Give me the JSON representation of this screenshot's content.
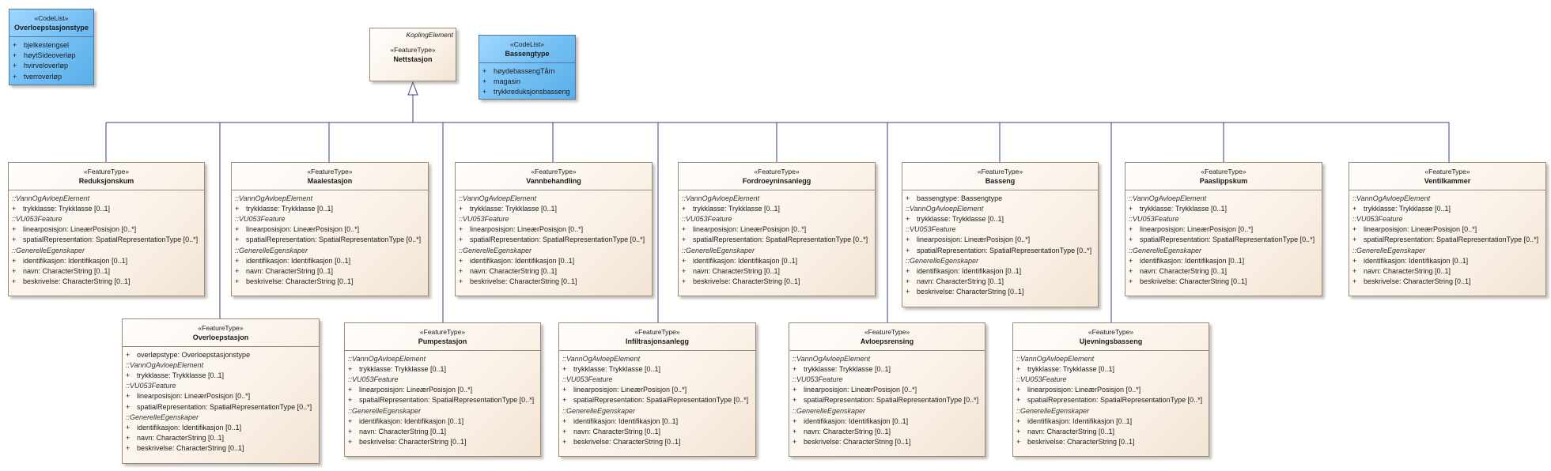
{
  "parent": {
    "abstract_label": "KoplingElement",
    "stereotype": "«FeatureType»",
    "name": "Nettstasjon"
  },
  "codelists": [
    {
      "stereotype": "«CodeList»",
      "name": "Overloepstasjonstype",
      "values": [
        "bjelkestengsel",
        "høytSideoverløp",
        "hvirveloverløp",
        "tverroverløp"
      ]
    },
    {
      "stereotype": "«CodeList»",
      "name": "Bassengtype",
      "values": [
        "høydebassengTårn",
        "magasin",
        "trykkreduksjonsbasseng"
      ]
    }
  ],
  "common": {
    "stereotype": "«FeatureType»",
    "vis": "+",
    "grp_vannog": "::VannOgAvloepElement",
    "grp_vu053": "::VU053Feature",
    "grp_generelle": "::GenerelleEgenskaper",
    "attr_trykk": "trykklasse: Trykklasse [0..1]",
    "attr_linear": "linearposisjon: LineærPosisjon [0..*]",
    "attr_spatial": "spatialRepresentation: SpatialRepresentationType [0..*]",
    "attr_ident": "identifikasjon: Identifikasjon [0..1]",
    "attr_navn": "navn: CharacterString [0..1]",
    "attr_beskr": "beskrivelse: CharacterString [0..1]"
  },
  "classes": [
    {
      "id": "reduksjonskum",
      "name": "Reduksjonskum",
      "own": null
    },
    {
      "id": "maalestasjon",
      "name": "Maalestasjon",
      "own": null
    },
    {
      "id": "vannbehandling",
      "name": "Vannbehandling",
      "own": null
    },
    {
      "id": "fordroeyninsanlegg",
      "name": "Fordroeyninsanlegg",
      "own": null
    },
    {
      "id": "basseng",
      "name": "Basseng",
      "own": "bassengtype: Bassengtype"
    },
    {
      "id": "paaslippskum",
      "name": "Paaslippskum",
      "own": null
    },
    {
      "id": "ventilkammer",
      "name": "Ventilkammer",
      "own": null
    },
    {
      "id": "overloepstasjon",
      "name": "Overloepstasjon",
      "own": "overløpstype: Overloepstasjonstype"
    },
    {
      "id": "pumpestasjon",
      "name": "Pumpestasjon",
      "own": null
    },
    {
      "id": "infiltrasjonsanlegg",
      "name": "Infiltrasjonsanlegg",
      "own": null
    },
    {
      "id": "avloepsrensing",
      "name": "Avloepsrensing",
      "own": null
    },
    {
      "id": "ujevningsbasseng",
      "name": "Ujevningsbasseng",
      "own": null
    }
  ]
}
